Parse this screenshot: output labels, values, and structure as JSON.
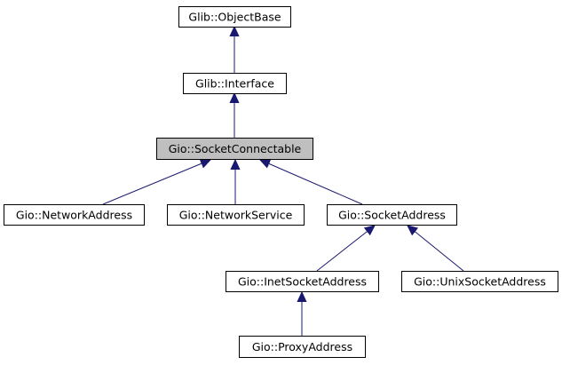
{
  "diagram": {
    "colors": {
      "box_fill": "#ffffff",
      "box_stroke": "#000000",
      "highlight_fill": "#bfbfbf",
      "edge": "#191970",
      "text": "#000000"
    },
    "nodes": [
      {
        "id": "objectbase",
        "label": "Glib::ObjectBase",
        "highlighted": false
      },
      {
        "id": "interface",
        "label": "Glib::Interface",
        "highlighted": false
      },
      {
        "id": "socketconnectable",
        "label": "Gio::SocketConnectable",
        "highlighted": true
      },
      {
        "id": "networkaddress",
        "label": "Gio::NetworkAddress",
        "highlighted": false
      },
      {
        "id": "networkservice",
        "label": "Gio::NetworkService",
        "highlighted": false
      },
      {
        "id": "socketaddress",
        "label": "Gio::SocketAddress",
        "highlighted": false
      },
      {
        "id": "inetsocketaddress",
        "label": "Gio::InetSocketAddress",
        "highlighted": false
      },
      {
        "id": "unixsocketaddress",
        "label": "Gio::UnixSocketAddress",
        "highlighted": false
      },
      {
        "id": "proxyaddress",
        "label": "Gio::ProxyAddress",
        "highlighted": false
      }
    ],
    "edges": [
      {
        "from": "interface",
        "to": "objectbase"
      },
      {
        "from": "socketconnectable",
        "to": "interface"
      },
      {
        "from": "networkaddress",
        "to": "socketconnectable"
      },
      {
        "from": "networkservice",
        "to": "socketconnectable"
      },
      {
        "from": "socketaddress",
        "to": "socketconnectable"
      },
      {
        "from": "inetsocketaddress",
        "to": "socketaddress"
      },
      {
        "from": "unixsocketaddress",
        "to": "socketaddress"
      },
      {
        "from": "proxyaddress",
        "to": "inetsocketaddress"
      }
    ]
  }
}
